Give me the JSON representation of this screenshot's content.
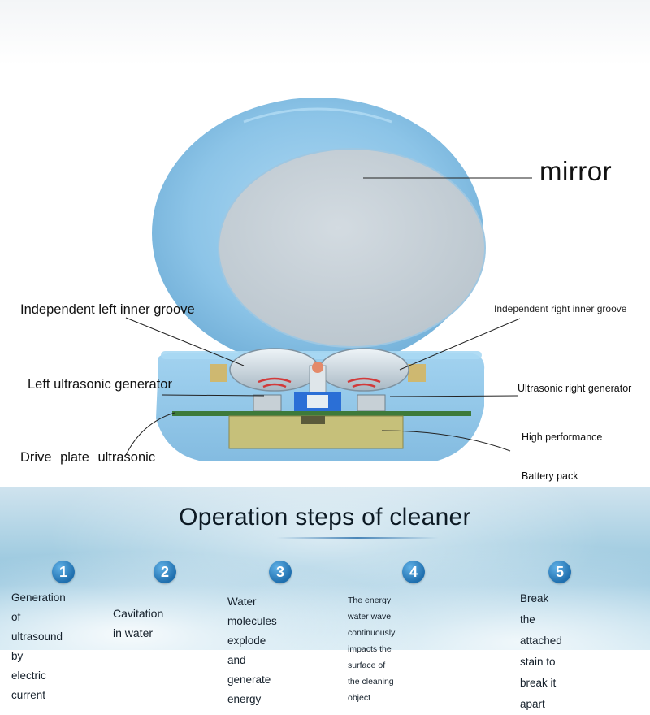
{
  "labels": {
    "mirror": "mirror",
    "left_inner_groove": "Independent left inner groove",
    "right_inner_groove": "Independent right inner groove",
    "left_generator": "Left ultrasonic generator",
    "right_generator": "Ultrasonic right generator",
    "drive_plate": "Drive plate    ultrasonic",
    "high_performance": "High performance",
    "battery_pack": "Battery pack"
  },
  "steps": {
    "title": "Operation steps of cleaner",
    "items": [
      {
        "number": "1",
        "text_lines": [
          "Generation of",
          "ultrasound by",
          "electric current"
        ]
      },
      {
        "number": "2",
        "text_lines": [
          "Cavitation in water"
        ]
      },
      {
        "number": "3",
        "text_lines": [
          "Water molecules",
          "explode and generate",
          "energy"
        ]
      },
      {
        "number": "4",
        "text_lines": [
          "The energy water wave continuously",
          "impacts the surface of the cleaning",
          "object"
        ]
      },
      {
        "number": "5",
        "text_lines": [
          "Break the attached",
          "stain to break it apart"
        ]
      }
    ]
  },
  "colors": {
    "device_blue": "#8fc6ea",
    "mirror_gray": "#c9d3da",
    "badge_blue": "#1f6fae",
    "circuit_green": "#8a9a4a"
  }
}
